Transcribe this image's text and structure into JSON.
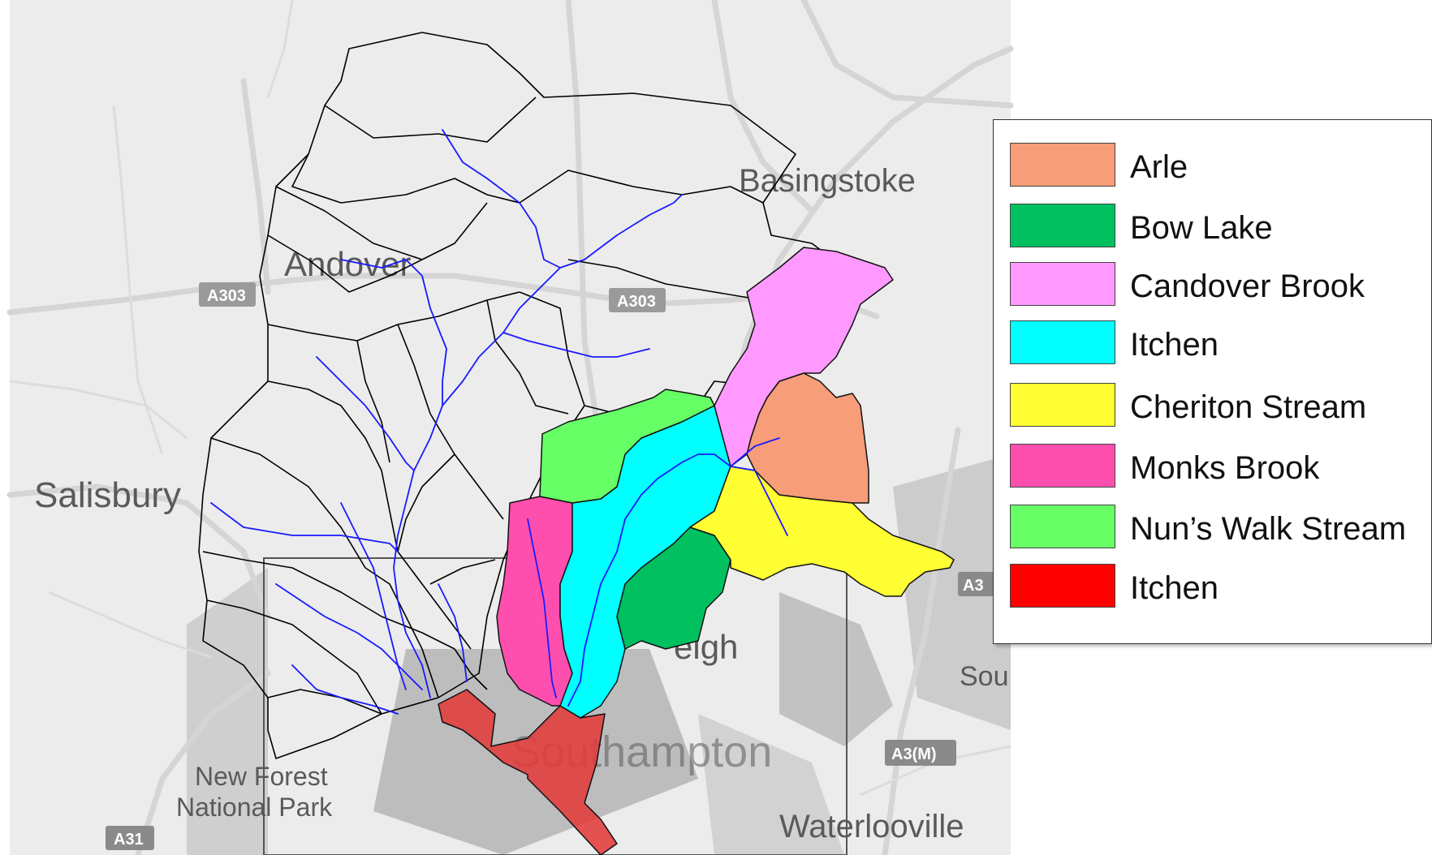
{
  "towns": {
    "andover": "Andover",
    "basingstoke": "Basingstoke",
    "salisbury": "Salisbury",
    "eastleigh_fragment": "eigh",
    "southampton": "Southampton",
    "southampton_fragment": "Sou",
    "new_forest_line1": "New Forest",
    "new_forest_line2": "National Park",
    "waterlooville": "Waterlooville"
  },
  "roads": {
    "a303_west": "A303",
    "a303_east": "A303",
    "a31": "A31",
    "a3m": "A3(M)",
    "a3": "A3"
  },
  "legend": {
    "items": [
      {
        "label": "Arle",
        "color": "#f79d79"
      },
      {
        "label": "Bow Lake",
        "color": "#00c060"
      },
      {
        "label": "Candover Brook",
        "color": "#ff99ff"
      },
      {
        "label": "Itchen",
        "color": "#00ffff"
      },
      {
        "label": "Cheriton Stream",
        "color": "#ffff33"
      },
      {
        "label": "Monks Brook",
        "color": "#ff4fae"
      },
      {
        "label": "Nun’s Walk Stream",
        "color": "#66ff66"
      },
      {
        "label": "Itchen",
        "color": "#ff0000"
      }
    ]
  },
  "colors": {
    "map_background": "#ececec",
    "road": "#d3d3d3",
    "urban": "#c4c4c4",
    "catchment_outline": "#000000",
    "river": "#0000ff"
  }
}
